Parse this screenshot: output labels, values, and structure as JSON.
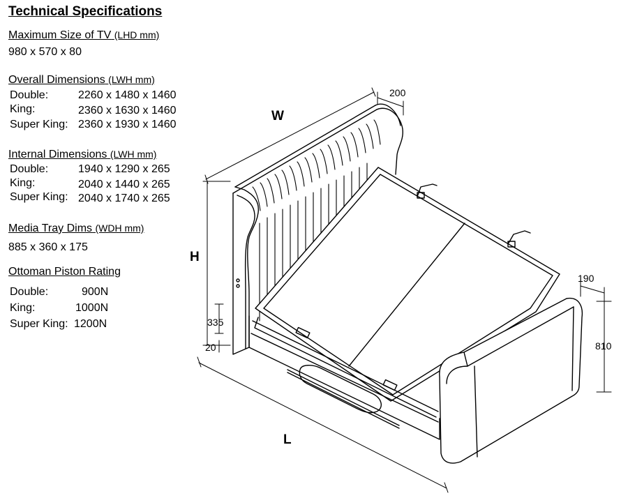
{
  "title": "Technical Specifications",
  "sections": {
    "tv": {
      "heading": "Maximum Size of TV",
      "unit": "(LHD mm)",
      "value": "980 x 570 x 80"
    },
    "overall": {
      "heading": "Overall Dimensions",
      "unit": "(LWH mm)",
      "rows": [
        {
          "label": "Double:",
          "value": "2260 x 1480 x 1460"
        },
        {
          "label": "King:",
          "value": "2360 x 1630 x 1460"
        },
        {
          "label": "Super King:",
          "value": "2360 x 1930 x 1460"
        }
      ]
    },
    "internal": {
      "heading": "Internal Dimensions",
      "unit": "(LWH mm)",
      "rows": [
        {
          "label": "Double:",
          "value": "1940 x 1290 x 265"
        },
        {
          "label": "King:",
          "value": "2040 x 1440 x 265"
        },
        {
          "label": "Super King:",
          "value": "2040 x 1740 x 265"
        }
      ]
    },
    "media": {
      "heading": "Media Tray Dims",
      "unit": "(WDH mm)",
      "value": "885 x 360 x 175"
    },
    "piston": {
      "heading": "Ottoman Piston Rating",
      "rows": [
        {
          "label": "Double:",
          "value": "900N"
        },
        {
          "label": "King:",
          "value": "1000N"
        },
        {
          "label": "Super King:",
          "value": "1200N"
        }
      ]
    }
  },
  "diagram": {
    "label_w": "W",
    "label_h": "H",
    "label_l": "L",
    "dim_200": "200",
    "dim_190": "190",
    "dim_810": "810",
    "dim_335": "335",
    "dim_20": "20"
  }
}
